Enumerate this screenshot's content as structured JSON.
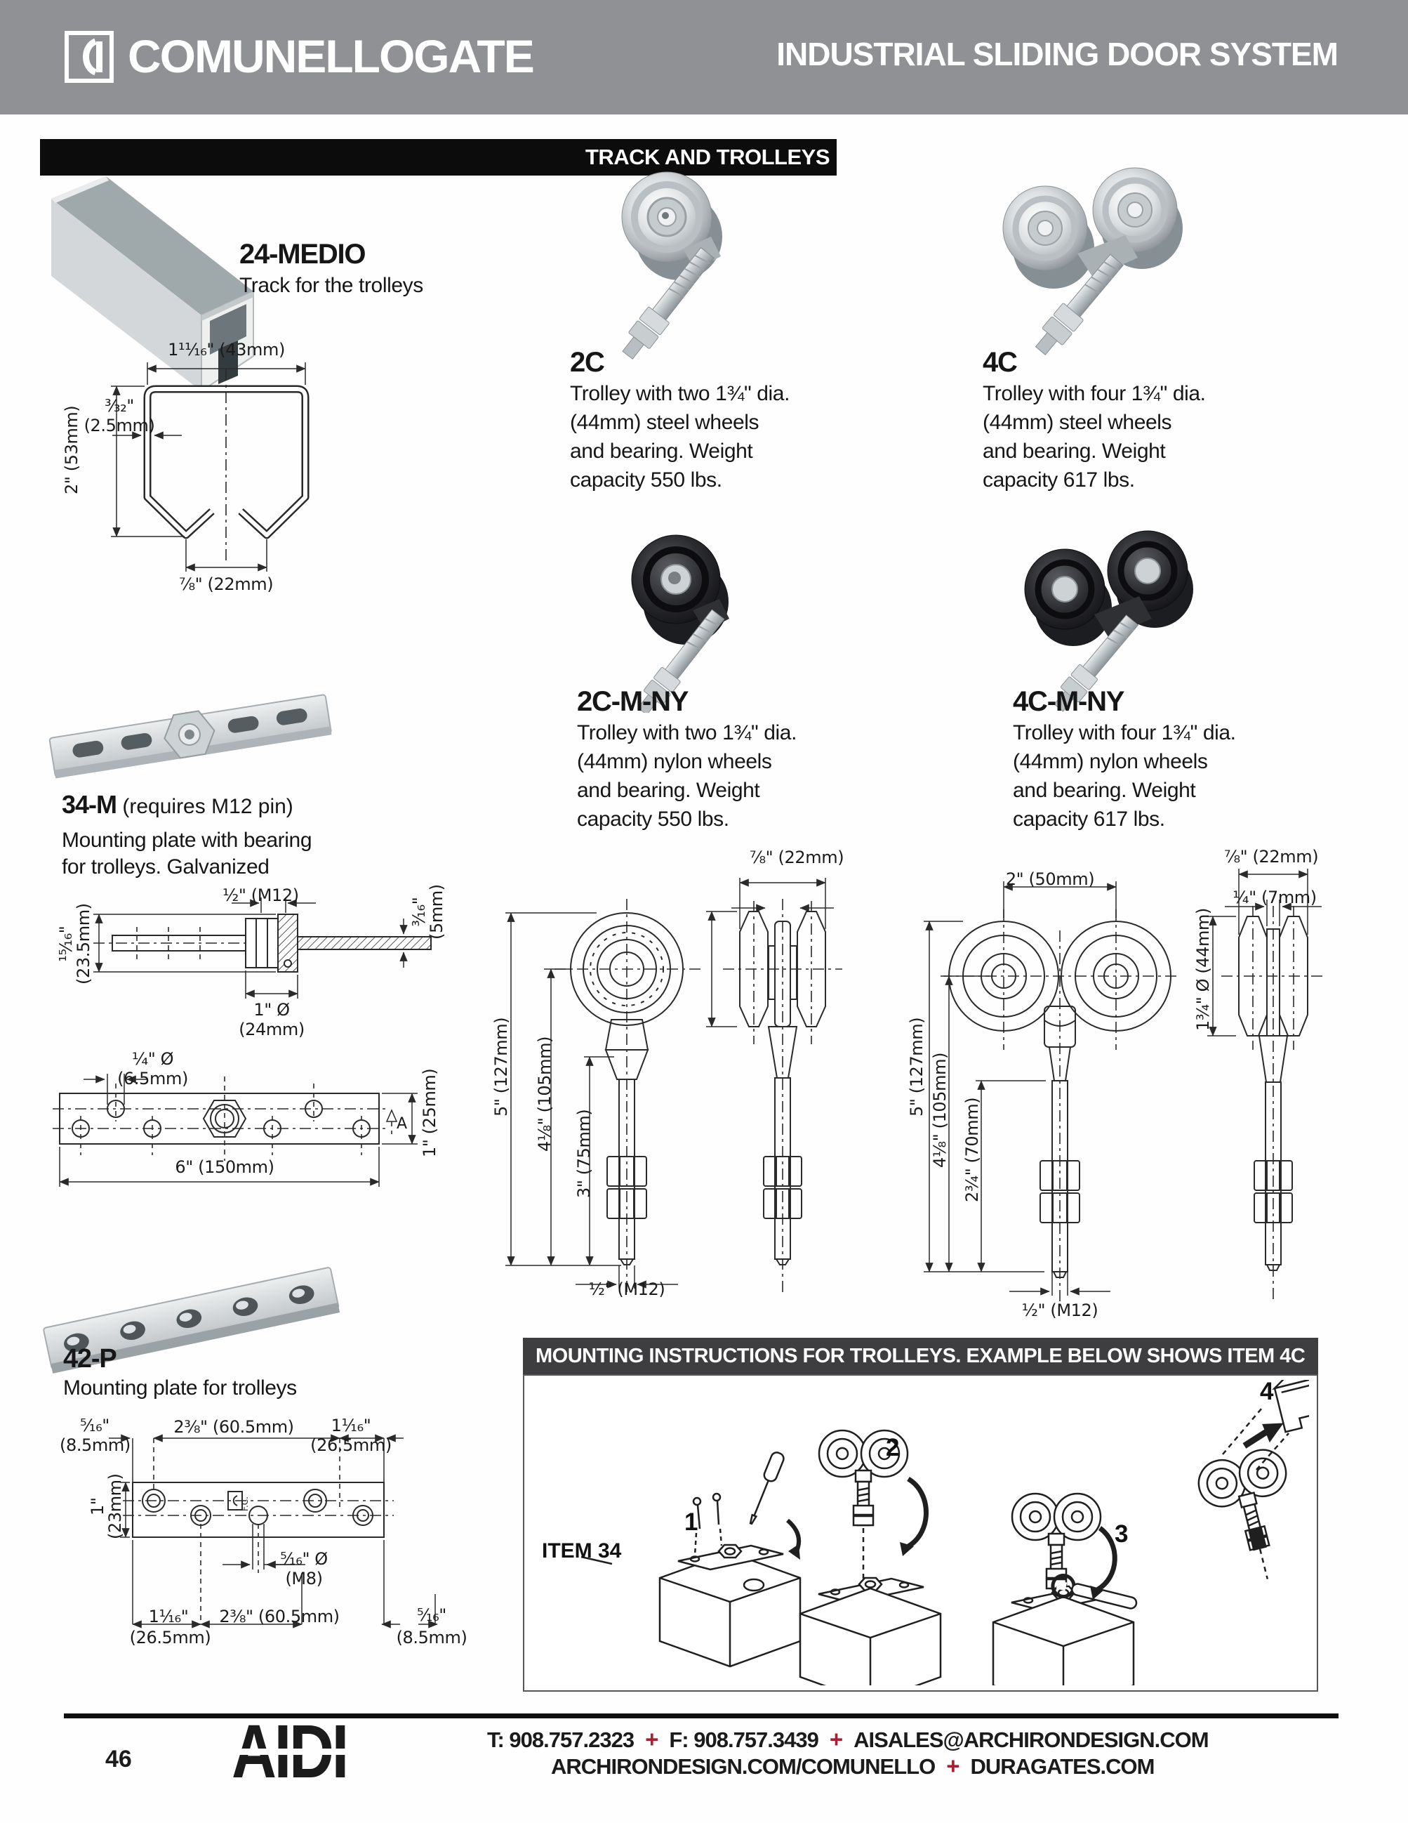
{
  "header": {
    "brand": "COMUNELLOGATE",
    "doc_title": "INDUSTRIAL SLIDING DOOR SYSTEM"
  },
  "section": {
    "title": "TRACK AND TROLLEYS"
  },
  "products": {
    "medio": {
      "code": "24-MEDIO",
      "desc": "Track for the trolleys"
    },
    "c2": {
      "code": "2C",
      "line1": "Trolley with two 1¾\" dia.",
      "line2": "(44mm) steel wheels",
      "line3": "and bearing. Weight",
      "line4": "capacity 550 lbs."
    },
    "c4": {
      "code": "4C",
      "line1": "Trolley with four 1¾\" dia.",
      "line2": "(44mm) steel wheels",
      "line3": "and bearing. Weight",
      "line4": "capacity 617 lbs."
    },
    "c2mny": {
      "code": "2C-M-NY",
      "line1": "Trolley with two 1¾\" dia.",
      "line2": "(44mm) nylon wheels",
      "line3": "and bearing. Weight",
      "line4": "capacity 550 lbs."
    },
    "c4mny": {
      "code": "4C-M-NY",
      "line1": "Trolley with four 1¾\" dia.",
      "line2": "(44mm) nylon wheels",
      "line3": "and bearing. Weight",
      "line4": "capacity 617 lbs."
    },
    "m34": {
      "code": "34-M",
      "suffix": " (requires M12 pin)",
      "line1": "Mounting plate with bearing",
      "line2": "for trolleys. Galvanized"
    },
    "p42": {
      "code": "42-P",
      "desc": "Mounting plate for trolleys"
    }
  },
  "track_drawing": {
    "width": "1¹¹⁄₁₆\" (43mm)",
    "thick1": "³⁄₃₂\"",
    "thick2": "(2.5mm)",
    "height": "2\" (53mm)",
    "slot": "⅞\" (22mm)"
  },
  "m34_side": {
    "pin": "½\" (M12)",
    "h1": "¹⁵⁄₁₆\"",
    "h2": "(23.5mm)",
    "dia1": "1\" Ø",
    "dia2": "(24mm)",
    "t1": "³⁄₁₆\"",
    "t2": "(5mm)"
  },
  "m34_plan": {
    "hole1": "¼\" Ø",
    "hole2": "(6.5mm)",
    "length": "6\" (150mm)",
    "w1": "1\" (25mm)",
    "marker": "A"
  },
  "c2_drawing": {
    "top": "⅞\" (22mm)",
    "d5": "5\" (127mm)",
    "d41": "4⅛\" (105mm)",
    "d3": "3\" (75mm)",
    "pin": "½\" (M12)"
  },
  "c4_drawing": {
    "span": "2\" (50mm)",
    "top": "⅞\" (22mm)",
    "gap": "¼\" (7mm)",
    "dia": "1¾\" Ø (44mm)",
    "d5": "5\" (127mm)",
    "d41": "4⅛\" (105mm)",
    "d27": "2¾\" (70mm)",
    "pin": "½\" (M12)"
  },
  "p42_drawing": {
    "tl1": "⁵⁄₁₆\"",
    "tl2": "(8.5mm)",
    "tm": "2⅜\" (60.5mm)",
    "tr1": "1¹⁄₁₆\"",
    "tr2": "(26.5mm)",
    "h1": "1\"",
    "h2": "(23mm)",
    "hole1": "⁵⁄₁₆\" Ø",
    "hole2": "(M8)",
    "bl1": "1¹⁄₁₆\"",
    "bl2": "(26.5mm)",
    "bm": "2⅜\" (60.5mm)",
    "br1": "⁵⁄₁₆\"",
    "br2": "(8.5mm)",
    "mark": "F.C."
  },
  "instructions": {
    "title": "MOUNTING INSTRUCTIONS FOR TROLLEYS. EXAMPLE BELOW SHOWS ITEM 4C",
    "item": "ITEM 34",
    "step1": "1",
    "step2": "2",
    "step3": "3",
    "step4": "4"
  },
  "footer": {
    "page": "46",
    "logo": "AIDI",
    "phone": "T: 908.757.2323",
    "fax": "F: 908.757.3439",
    "email": "AISALES@ARCHIRONDESIGN.COM",
    "site1": "ARCHIRONDESIGN.COM/COMUNELLO",
    "site2": "DURAGATES.COM",
    "sep": "+"
  },
  "colors": {
    "accent_red": "#a81e32",
    "header_gray": "#8f9194",
    "bar_black": "#0c0c0c",
    "instr_gray": "#3e3e40"
  }
}
